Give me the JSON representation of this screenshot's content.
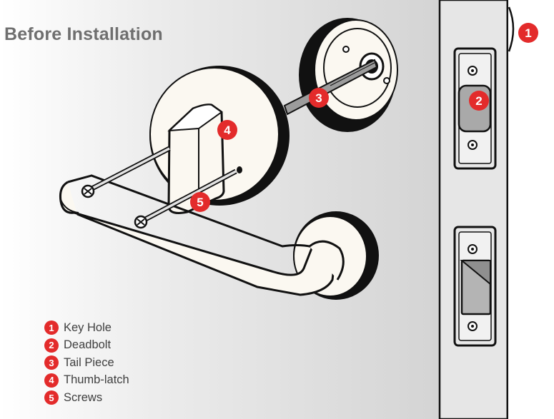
{
  "title": "Before Installation",
  "colors": {
    "badge": "#e32b2b",
    "background_gradient_start": "#ffffff",
    "background_gradient_end": "#d6d6d6",
    "door_edge": "#e6e6e6",
    "finish": "#fbf8f1"
  },
  "callouts": [
    {
      "number": "1",
      "icon": "red-number-badge"
    },
    {
      "number": "2",
      "icon": "red-number-badge"
    },
    {
      "number": "3",
      "icon": "red-number-badge"
    },
    {
      "number": "4",
      "icon": "red-number-badge"
    },
    {
      "number": "5",
      "icon": "red-number-badge"
    }
  ],
  "legend": [
    {
      "number": "1",
      "label": "Key Hole"
    },
    {
      "number": "2",
      "label": "Deadbolt"
    },
    {
      "number": "3",
      "label": "Tail Piece"
    },
    {
      "number": "4",
      "label": "Thumb-latch"
    },
    {
      "number": "5",
      "label": "Screws"
    }
  ]
}
